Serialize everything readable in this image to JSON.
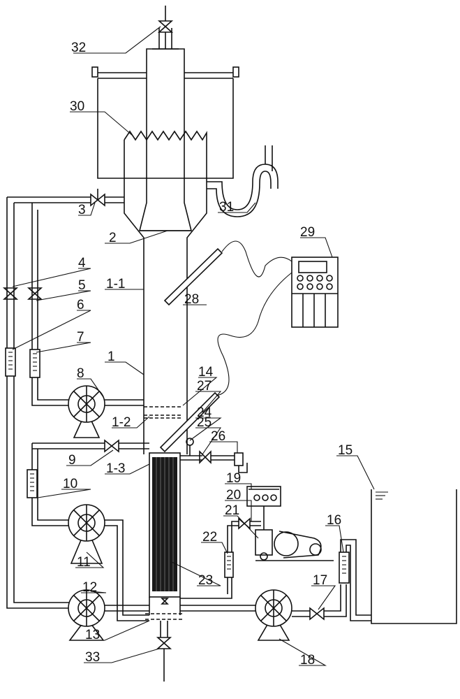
{
  "colors": {
    "stroke": "#111111",
    "background": "#ffffff",
    "membrane": "#1a1a1a"
  },
  "labels": {
    "l32": "32",
    "l30": "30",
    "l3": "3",
    "l2": "2",
    "l31": "31",
    "l29": "29",
    "l4": "4",
    "l5": "5",
    "l1_1": "1-1",
    "l28": "28",
    "l6": "6",
    "l7": "7",
    "l1": "1",
    "l14": "14",
    "l8": "8",
    "l27": "27",
    "l1_2": "1-2",
    "l24": "24",
    "l25": "25",
    "l26": "26",
    "l9": "9",
    "l1_3": "1-3",
    "l15": "15",
    "l10": "10",
    "l19": "19",
    "l20": "20",
    "l21": "21",
    "l16": "16",
    "l22": "22",
    "l11": "11",
    "l23": "23",
    "l12": "12",
    "l17": "17",
    "l13": "13",
    "l33": "33",
    "l18": "18"
  }
}
